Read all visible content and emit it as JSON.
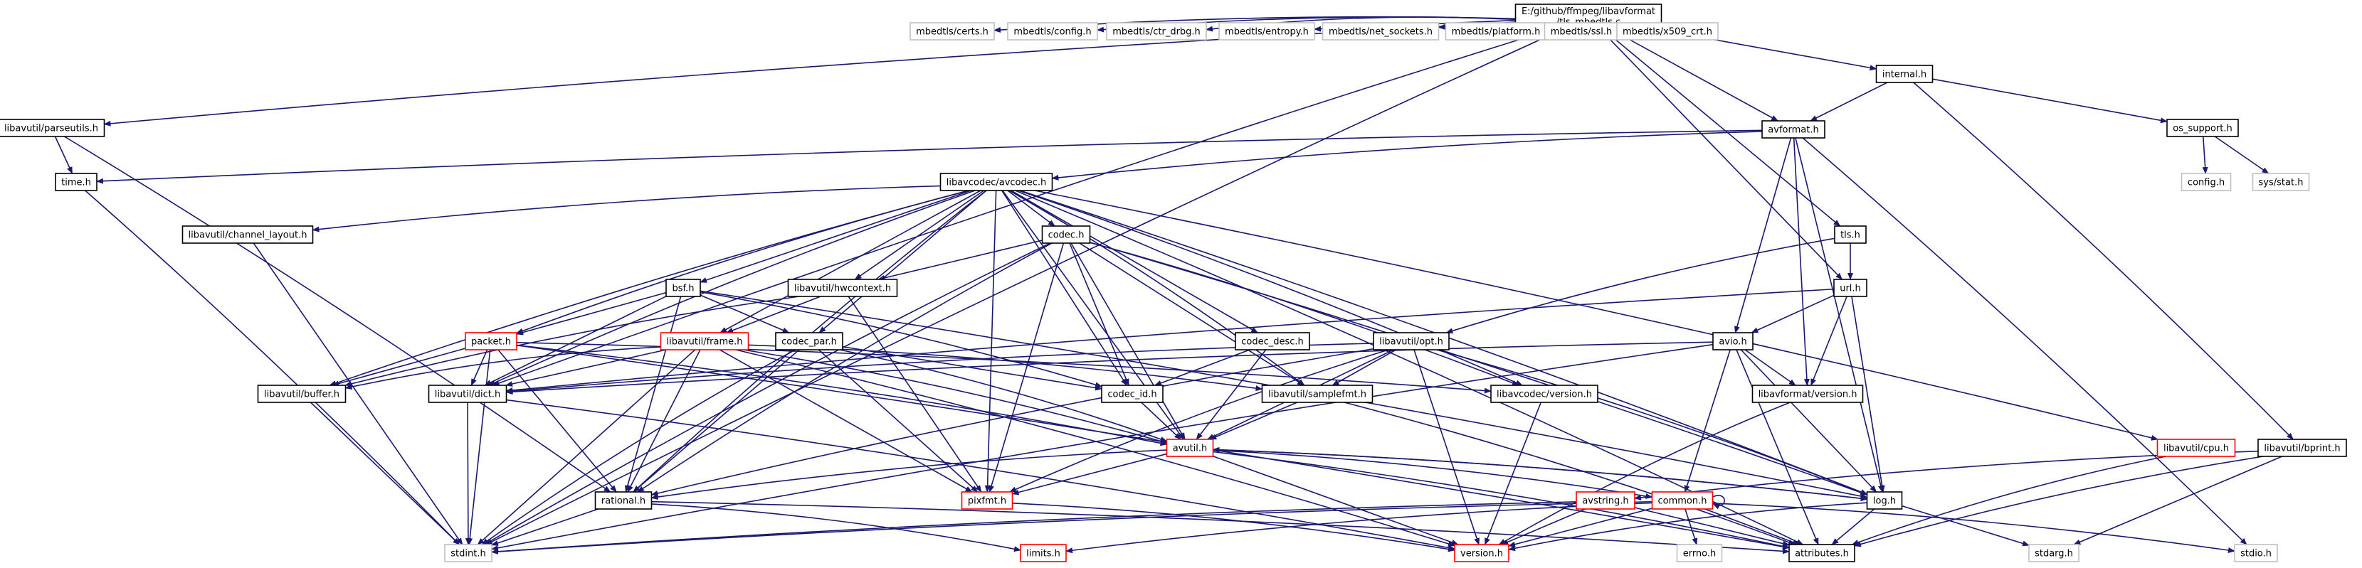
{
  "colors": {
    "edge": "#191970",
    "border_normal": "#000000",
    "border_missing": "#bfbfbf",
    "border_truncated": "#ff0000",
    "root_fill": "#bfbfbf"
  },
  "nodes": [
    {
      "id": "root",
      "lines": [
        "E:/github/ffmpeg/libavformat",
        "/tls_mbedtls.c"
      ],
      "style": "root"
    },
    {
      "id": "certs",
      "lines": [
        "mbedtls/certs.h"
      ],
      "style": "missing"
    },
    {
      "id": "config_mbed",
      "lines": [
        "mbedtls/config.h"
      ],
      "style": "missing"
    },
    {
      "id": "ctr_drbg",
      "lines": [
        "mbedtls/ctr_drbg.h"
      ],
      "style": "missing"
    },
    {
      "id": "entropy",
      "lines": [
        "mbedtls/entropy.h"
      ],
      "style": "missing"
    },
    {
      "id": "net_sockets",
      "lines": [
        "mbedtls/net_sockets.h"
      ],
      "style": "missing"
    },
    {
      "id": "platform",
      "lines": [
        "mbedtls/platform.h"
      ],
      "style": "missing"
    },
    {
      "id": "ssl",
      "lines": [
        "mbedtls/ssl.h"
      ],
      "style": "missing"
    },
    {
      "id": "x509",
      "lines": [
        "mbedtls/x509_crt.h"
      ],
      "style": "missing"
    },
    {
      "id": "internal",
      "lines": [
        "internal.h"
      ],
      "style": "normal"
    },
    {
      "id": "parseutils",
      "lines": [
        "libavutil/parseutils.h"
      ],
      "style": "normal"
    },
    {
      "id": "avformat",
      "lines": [
        "avformat.h"
      ],
      "style": "normal"
    },
    {
      "id": "os_support",
      "lines": [
        "os_support.h"
      ],
      "style": "normal"
    },
    {
      "id": "time",
      "lines": [
        "time.h"
      ],
      "style": "normal"
    },
    {
      "id": "config",
      "lines": [
        "config.h"
      ],
      "style": "missing"
    },
    {
      "id": "sysstat",
      "lines": [
        "sys/stat.h"
      ],
      "style": "missing"
    },
    {
      "id": "avcodec",
      "lines": [
        "libavcodec/avcodec.h"
      ],
      "style": "normal"
    },
    {
      "id": "channel_layout",
      "lines": [
        "libavutil/channel_layout.h"
      ],
      "style": "normal"
    },
    {
      "id": "codec",
      "lines": [
        "codec.h"
      ],
      "style": "normal"
    },
    {
      "id": "tls",
      "lines": [
        "tls.h"
      ],
      "style": "normal"
    },
    {
      "id": "bsf",
      "lines": [
        "bsf.h"
      ],
      "style": "normal"
    },
    {
      "id": "hwcontext",
      "lines": [
        "libavutil/hwcontext.h"
      ],
      "style": "normal"
    },
    {
      "id": "url",
      "lines": [
        "url.h"
      ],
      "style": "normal"
    },
    {
      "id": "codec_desc",
      "lines": [
        "codec_desc.h"
      ],
      "style": "normal"
    },
    {
      "id": "opt",
      "lines": [
        "libavutil/opt.h"
      ],
      "style": "normal"
    },
    {
      "id": "avio",
      "lines": [
        "avio.h"
      ],
      "style": "normal"
    },
    {
      "id": "packet",
      "lines": [
        "packet.h"
      ],
      "style": "truncated"
    },
    {
      "id": "frame",
      "lines": [
        "libavutil/frame.h"
      ],
      "style": "truncated"
    },
    {
      "id": "codec_par",
      "lines": [
        "codec_par.h"
      ],
      "style": "normal"
    },
    {
      "id": "buffer",
      "lines": [
        "libavutil/buffer.h"
      ],
      "style": "normal"
    },
    {
      "id": "dict",
      "lines": [
        "libavutil/dict.h"
      ],
      "style": "normal"
    },
    {
      "id": "codec_id",
      "lines": [
        "codec_id.h"
      ],
      "style": "normal"
    },
    {
      "id": "samplefmt",
      "lines": [
        "libavutil/samplefmt.h"
      ],
      "style": "normal"
    },
    {
      "id": "avcodec_version",
      "lines": [
        "libavcodec/version.h"
      ],
      "style": "normal"
    },
    {
      "id": "avformat_version",
      "lines": [
        "libavformat/version.h"
      ],
      "style": "normal"
    },
    {
      "id": "avutil",
      "lines": [
        "avutil.h"
      ],
      "style": "truncated"
    },
    {
      "id": "cpu",
      "lines": [
        "libavutil/cpu.h"
      ],
      "style": "truncated"
    },
    {
      "id": "bprint",
      "lines": [
        "libavutil/bprint.h"
      ],
      "style": "normal"
    },
    {
      "id": "rational",
      "lines": [
        "rational.h"
      ],
      "style": "normal"
    },
    {
      "id": "pixfmt",
      "lines": [
        "pixfmt.h"
      ],
      "style": "truncated"
    },
    {
      "id": "avstring",
      "lines": [
        "avstring.h"
      ],
      "style": "truncated"
    },
    {
      "id": "common",
      "lines": [
        "common.h"
      ],
      "style": "truncated"
    },
    {
      "id": "log",
      "lines": [
        "log.h"
      ],
      "style": "normal"
    },
    {
      "id": "stdint",
      "lines": [
        "stdint.h"
      ],
      "style": "missing"
    },
    {
      "id": "limits",
      "lines": [
        "limits.h"
      ],
      "style": "truncated"
    },
    {
      "id": "version",
      "lines": [
        "version.h"
      ],
      "style": "truncated"
    },
    {
      "id": "errno",
      "lines": [
        "errno.h"
      ],
      "style": "missing"
    },
    {
      "id": "attributes",
      "lines": [
        "attributes.h"
      ],
      "style": "normal"
    },
    {
      "id": "stdarg",
      "lines": [
        "stdarg.h"
      ],
      "style": "missing"
    },
    {
      "id": "stdio",
      "lines": [
        "stdio.h"
      ],
      "style": "missing"
    }
  ],
  "edges": [
    [
      "root",
      "certs"
    ],
    [
      "root",
      "config_mbed"
    ],
    [
      "root",
      "ctr_drbg"
    ],
    [
      "root",
      "entropy"
    ],
    [
      "root",
      "net_sockets"
    ],
    [
      "root",
      "platform"
    ],
    [
      "root",
      "ssl"
    ],
    [
      "root",
      "x509"
    ],
    [
      "root",
      "internal"
    ],
    [
      "root",
      "parseutils"
    ],
    [
      "root",
      "avformat"
    ],
    [
      "root",
      "tls"
    ],
    [
      "root",
      "url"
    ],
    [
      "root",
      "dict"
    ],
    [
      "root",
      "stdint"
    ],
    [
      "internal",
      "avformat"
    ],
    [
      "internal",
      "os_support"
    ],
    [
      "internal",
      "bprint"
    ],
    [
      "os_support",
      "config"
    ],
    [
      "os_support",
      "sysstat"
    ],
    [
      "parseutils",
      "time"
    ],
    [
      "parseutils",
      "rational"
    ],
    [
      "time",
      "stdint"
    ],
    [
      "avformat",
      "time"
    ],
    [
      "avformat",
      "avcodec"
    ],
    [
      "avformat",
      "avio"
    ],
    [
      "avformat",
      "avformat_version"
    ],
    [
      "avformat",
      "log"
    ],
    [
      "avformat",
      "stdio"
    ],
    [
      "avcodec",
      "channel_layout"
    ],
    [
      "avcodec",
      "codec"
    ],
    [
      "avcodec",
      "bsf"
    ],
    [
      "avcodec",
      "hwcontext"
    ],
    [
      "avcodec",
      "codec_desc"
    ],
    [
      "avcodec",
      "packet"
    ],
    [
      "avcodec",
      "frame"
    ],
    [
      "avcodec",
      "codec_par"
    ],
    [
      "avcodec",
      "buffer"
    ],
    [
      "avcodec",
      "dict"
    ],
    [
      "avcodec",
      "codec_id"
    ],
    [
      "avcodec",
      "samplefmt"
    ],
    [
      "avcodec",
      "avcodec_version"
    ],
    [
      "avcodec",
      "avutil"
    ],
    [
      "avcodec",
      "cpu"
    ],
    [
      "avcodec",
      "rational"
    ],
    [
      "avcodec",
      "pixfmt"
    ],
    [
      "avcodec",
      "log"
    ],
    [
      "avcodec",
      "attributes"
    ],
    [
      "channel_layout",
      "stdint"
    ],
    [
      "codec",
      "hwcontext"
    ],
    [
      "codec",
      "codec_id"
    ],
    [
      "codec",
      "samplefmt"
    ],
    [
      "codec",
      "avcodec_version"
    ],
    [
      "codec",
      "avutil"
    ],
    [
      "codec",
      "rational"
    ],
    [
      "codec",
      "pixfmt"
    ],
    [
      "codec",
      "log"
    ],
    [
      "codec",
      "stdint"
    ],
    [
      "tls",
      "url"
    ],
    [
      "tls",
      "opt"
    ],
    [
      "bsf",
      "packet"
    ],
    [
      "bsf",
      "codec_par"
    ],
    [
      "bsf",
      "codec_id"
    ],
    [
      "bsf",
      "dict"
    ],
    [
      "bsf",
      "rational"
    ],
    [
      "bsf",
      "log"
    ],
    [
      "hwcontext",
      "frame"
    ],
    [
      "hwcontext",
      "buffer"
    ],
    [
      "hwcontext",
      "pixfmt"
    ],
    [
      "url",
      "avio"
    ],
    [
      "url",
      "avformat_version"
    ],
    [
      "url",
      "log"
    ],
    [
      "url",
      "dict"
    ],
    [
      "codec_desc",
      "codec_id"
    ],
    [
      "codec_desc",
      "avutil"
    ],
    [
      "opt",
      "dict"
    ],
    [
      "opt",
      "samplefmt"
    ],
    [
      "opt",
      "avutil"
    ],
    [
      "opt",
      "rational"
    ],
    [
      "opt",
      "pixfmt"
    ],
    [
      "opt",
      "log"
    ],
    [
      "opt",
      "version"
    ],
    [
      "avio",
      "dict"
    ],
    [
      "avio",
      "common"
    ],
    [
      "avio",
      "log"
    ],
    [
      "avio",
      "avformat_version"
    ],
    [
      "avio",
      "attributes"
    ],
    [
      "avio",
      "stdint"
    ],
    [
      "packet",
      "buffer"
    ],
    [
      "packet",
      "dict"
    ],
    [
      "packet",
      "avutil"
    ],
    [
      "packet",
      "rational"
    ],
    [
      "packet",
      "attributes"
    ],
    [
      "packet",
      "stdint"
    ],
    [
      "packet",
      "avcodec_version"
    ],
    [
      "frame",
      "buffer"
    ],
    [
      "frame",
      "dict"
    ],
    [
      "frame",
      "samplefmt"
    ],
    [
      "frame",
      "avutil"
    ],
    [
      "frame",
      "rational"
    ],
    [
      "frame",
      "pixfmt"
    ],
    [
      "frame",
      "version"
    ],
    [
      "frame",
      "stdint"
    ],
    [
      "codec_par",
      "codec_id"
    ],
    [
      "codec_par",
      "avutil"
    ],
    [
      "codec_par",
      "rational"
    ],
    [
      "codec_par",
      "pixfmt"
    ],
    [
      "codec_par",
      "stdint"
    ],
    [
      "buffer",
      "stdint"
    ],
    [
      "dict",
      "stdint"
    ],
    [
      "dict",
      "version"
    ],
    [
      "codec_id",
      "avutil"
    ],
    [
      "samplefmt",
      "avutil"
    ],
    [
      "samplefmt",
      "attributes"
    ],
    [
      "avcodec_version",
      "version"
    ],
    [
      "avformat_version",
      "version"
    ],
    [
      "avutil",
      "rational"
    ],
    [
      "avutil",
      "pixfmt"
    ],
    [
      "avutil",
      "common"
    ],
    [
      "avutil",
      "log"
    ],
    [
      "avutil",
      "version"
    ],
    [
      "avutil",
      "attributes"
    ],
    [
      "cpu",
      "attributes"
    ],
    [
      "bprint",
      "avstring"
    ],
    [
      "bprint",
      "attributes"
    ],
    [
      "bprint",
      "stdarg"
    ],
    [
      "rational",
      "stdint"
    ],
    [
      "rational",
      "limits"
    ],
    [
      "rational",
      "attributes"
    ],
    [
      "pixfmt",
      "version"
    ],
    [
      "avstring",
      "stdint"
    ],
    [
      "avstring",
      "version"
    ],
    [
      "avstring",
      "attributes"
    ],
    [
      "common",
      "errno"
    ],
    [
      "common",
      "stdint"
    ],
    [
      "common",
      "stdio"
    ],
    [
      "common",
      "attributes"
    ],
    [
      "common",
      "version"
    ],
    [
      "common",
      "limits"
    ],
    [
      "common",
      "common"
    ],
    [
      "log",
      "attributes"
    ],
    [
      "log",
      "version"
    ],
    [
      "log",
      "stdarg"
    ],
    [
      "log",
      "avutil"
    ]
  ]
}
